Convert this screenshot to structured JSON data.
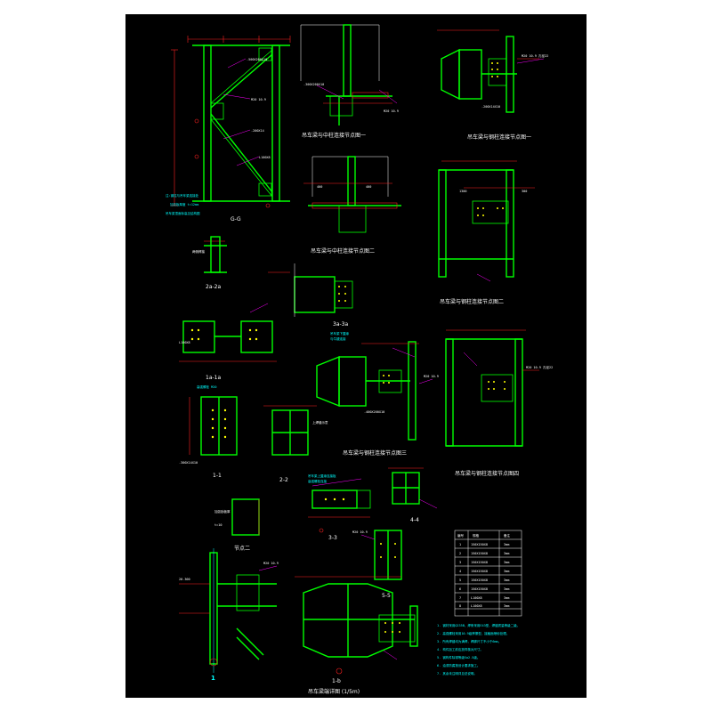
{
  "detail_titles": {
    "d1": "吊车梁与中柱连接节点图一",
    "d2": "吊车梁与中柱连接节点图二",
    "d3": "吊车梁与钢柱连接节点图一",
    "d4": "吊车梁与钢柱连接节点图二",
    "d5": "吊车梁与钢柱连接节点图三",
    "d6": "吊车梁与钢柱连接节点图四",
    "d7": "吊车梁端详图 (1/5m)"
  },
  "section_labels": {
    "s_2a": "2a-2a",
    "s_3a": "3a-3a",
    "s_1a": "1a-1a",
    "s_11": "1-1",
    "s_22": "2-2",
    "s_33": "3-3",
    "s_44": "4-4",
    "s_55": "5-5",
    "s_1b": "1-b",
    "node": "节点二",
    "s_gg": "G-G"
  },
  "marker_number": "1",
  "table": {
    "headers": [
      "编号",
      "规格",
      "备注"
    ],
    "rows": [
      [
        "1",
        "150X150X8",
        "3mm"
      ],
      [
        "2",
        "150X150X8",
        "3mm"
      ],
      [
        "3",
        "150X150X8",
        "3mm"
      ],
      [
        "4",
        "150X150X8",
        "3mm"
      ],
      [
        "5",
        "150X150X8",
        "3mm"
      ],
      [
        "6",
        "150X150X8",
        "3mm"
      ],
      [
        "7",
        "L100X8",
        "3mm"
      ],
      [
        "8",
        "L100X8",
        "3mm"
      ]
    ]
  },
  "notes": [
    "1. 钢材采用Q235B，焊条采用E43型，焊缝质量等级二级。",
    "2. 高强螺栓采用10.9级摩擦型，接触面喷砂处理。",
    "3. 所有焊缝均为满焊，焊脚尺寸不小于6mm。",
    "4. 构件加工前应放样核对尺寸。",
    "5. 钢构件除锈等级Sa2.5级。",
    "6. 油漆防腐按设计要求施工。",
    "7. 其余未注明详见总说明。"
  ],
  "colors": {
    "background": "#000000",
    "steel_member": "#00ff00",
    "dimension": "#ff2020",
    "leader": "#ff00ff",
    "annotation": "#ffffff",
    "bolt": "#ffff00",
    "centerline": "#00ffff"
  }
}
